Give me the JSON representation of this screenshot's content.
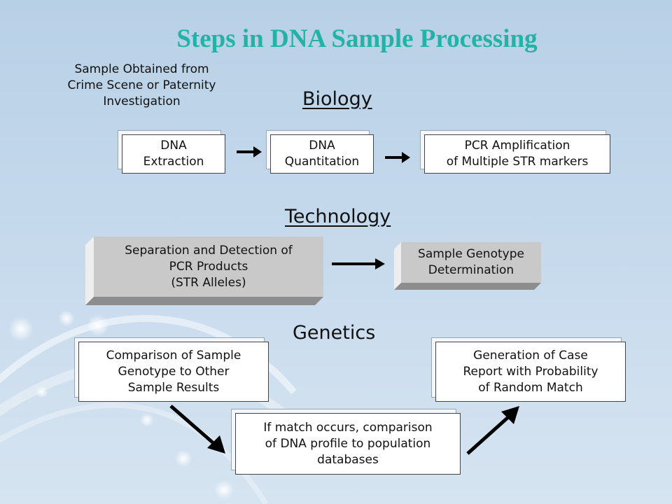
{
  "title": "Steps in DNA Sample Processing",
  "intro": [
    "Sample Obtained from",
    "Crime Scene or Paternity",
    "Investigation"
  ],
  "sections": {
    "biology": "Biology",
    "technology": "Technology",
    "genetics": "Genetics"
  },
  "biology_steps": [
    [
      "DNA",
      "Extraction"
    ],
    [
      "DNA",
      "Quantitation"
    ],
    [
      "PCR Amplification",
      "of Multiple STR markers"
    ]
  ],
  "technology_steps": [
    [
      "Separation and Detection of",
      "PCR Products",
      "(STR Alleles)"
    ],
    [
      "Sample Genotype",
      "Determination"
    ]
  ],
  "genetics_steps": {
    "comparison": [
      "Comparison of Sample",
      "Genotype to Other",
      "Sample Results"
    ],
    "match": [
      "If match occurs, comparison",
      "of DNA profile to population",
      "databases"
    ],
    "report": [
      "Generation of Case",
      "Report with Probability",
      "of Random Match"
    ]
  },
  "colors": {
    "title": "#23b3a6",
    "background": "#c5d9ec",
    "block_face": "#c9c9c9"
  }
}
